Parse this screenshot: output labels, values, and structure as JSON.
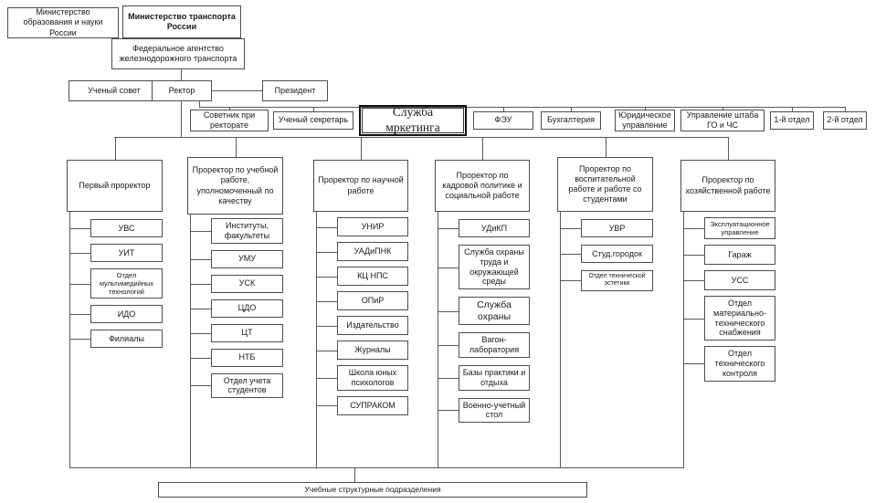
{
  "nodes": {
    "ministry_edu": "Министерство образования и науки России",
    "ministry_trans": "Министерство транспорта России",
    "fed_agency": "Федеральное агентство железнодорожного транспорта",
    "uch_sovet": "Ученый совет",
    "rektor": "Ректор",
    "prezident": "Президент"
  },
  "staff": {
    "items": [
      {
        "label": "Советник при ректорате",
        "highlight": false
      },
      {
        "label": "Ученый секретарь",
        "highlight": false
      },
      {
        "label": "Служба мркетинга",
        "highlight": true
      },
      {
        "label": "ФЭУ",
        "highlight": false
      },
      {
        "label": "Бухгалтерия",
        "highlight": false
      },
      {
        "label": "Юридическое управление",
        "highlight": false
      },
      {
        "label": "Управление штаба ГО и ЧС",
        "highlight": false
      },
      {
        "label": "1-й отдел",
        "highlight": false
      },
      {
        "label": "2-й отдел",
        "highlight": false
      }
    ]
  },
  "columns": [
    {
      "head": "Первый проректор",
      "children": [
        "УВС",
        "УИТ",
        "Отдел мультимедийных технологий",
        "ИДО",
        "Филиалы"
      ]
    },
    {
      "head": "Проректор по учебной работе, уполномоченный по качеству",
      "children": [
        "Институты, факультеты",
        "УМУ",
        "УСК",
        "ЦДО",
        "ЦТ",
        "НТБ",
        "Отдел учета студентов"
      ]
    },
    {
      "head": "Проректор по научной работе",
      "children": [
        "УНИР",
        "УАДиПНК",
        "КЦ НПС",
        "ОПиР",
        "Издательство",
        "Журналы",
        "Школа юных психологов",
        "СУПРАКОМ"
      ]
    },
    {
      "head": "Проректор по кадровой политике и социальной работе",
      "children": [
        "УДиКП",
        "Служба охраны труда и окружающей среды",
        "Служба охраны",
        "Вагон-лаборатория",
        "Базы практики и отдыха",
        "Военно-учетный стол"
      ]
    },
    {
      "head": "Проректор по воспитательной работе и работе со студентами",
      "children": [
        "УВР",
        "Студ.городок",
        "Отдел технической эстетики"
      ]
    },
    {
      "head": "Проректор по хозяйственной работе",
      "children": [
        "Эксплуатационное управление",
        "Гараж",
        "УСС",
        "Отдел материально-технического снабжения",
        "Отдел технического контроля"
      ]
    }
  ],
  "bottom": {
    "label": "Учебные структурные подразделения"
  },
  "colors": {
    "background": "#ffffff",
    "box_border": "#4d4d4d",
    "connector_line": "#595959",
    "highlight_border": "#111111",
    "text": "#1a1a1a"
  }
}
